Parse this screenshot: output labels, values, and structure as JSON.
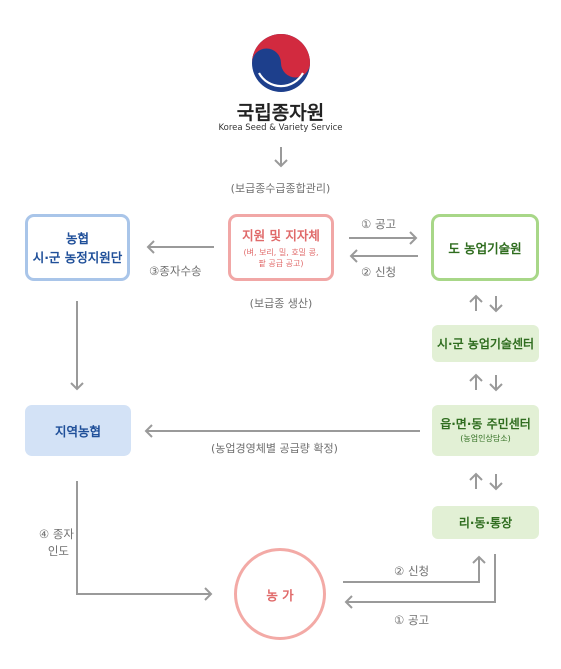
{
  "header": {
    "org_name": "국립종자원",
    "org_name_en": "Korea Seed & Variety Service"
  },
  "labels": {
    "top_role": "(보급종수급종합관리)",
    "center_role": "(보급종 생산)",
    "distribution_plan": "(농업경영체별 공급량 확정)"
  },
  "boxes": {
    "nonghyup": {
      "line1": "농협",
      "line2": "시·군 농정지원단"
    },
    "support_local": {
      "title": "지원 및 지자체",
      "sub": "(벼, 보리, 밀, 호밀 콩,\n팥 공급 공고)"
    },
    "provincial_rda": {
      "title": "도 농업기술원"
    },
    "city_county_center": {
      "title": "시·군 농업기술센터"
    },
    "local_nonghyup": {
      "title": "지역농협"
    },
    "eup_myeon_dong": {
      "title": "읍·면·동 주민센터",
      "sub": "(농업인상담소)"
    },
    "ri_dong_tongjang": {
      "title": "리·동·통장"
    },
    "farmer": {
      "title": "농 가"
    }
  },
  "arrows": {
    "announce_top": "① 공고",
    "apply_top": "② 신청",
    "seed_transport": "③종자수송",
    "seed_delivery_1": "④ 종자",
    "seed_delivery_2": "인도",
    "apply_bottom": "② 신청",
    "announce_bottom": "① 공고"
  },
  "colors": {
    "emblem_red": "#d22a3f",
    "emblem_blue": "#1d3f8c",
    "arrow_gray": "#9a9a9a",
    "blue_text": "#1f4f99",
    "red_text": "#e06a6a",
    "green_text": "#2f6d1f"
  }
}
